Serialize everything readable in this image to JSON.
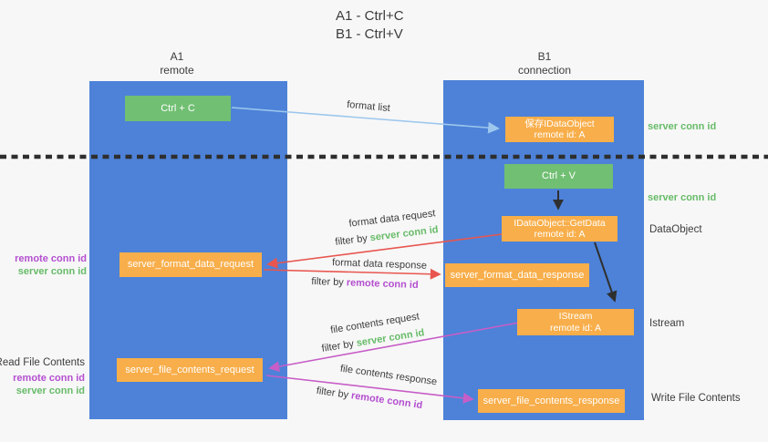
{
  "title": {
    "line1": "A1 - Ctrl+C",
    "line2": "B1 - Ctrl+V"
  },
  "columns": {
    "left": {
      "name": "A1",
      "subtitle": "remote"
    },
    "right": {
      "name": "B1",
      "subtitle": "connection"
    }
  },
  "nodes": {
    "ctrl_c": "Ctrl + C",
    "ctrl_v": "Ctrl + V",
    "save_dataobject": {
      "line1": "保存IDataObject",
      "line2": "remote id: A"
    },
    "getdata": {
      "line1": "IDataObject::GetData",
      "line2": "remote id: A"
    },
    "istream": {
      "line1": "IStream",
      "line2": "remote id: A"
    },
    "format_request": "server_format_data_request",
    "format_response": "server_format_data_response",
    "file_request": "server_file_contents_request",
    "file_response": "server_file_contents_response"
  },
  "edge_labels": {
    "format_list": "format list",
    "format_data_request": "format data request",
    "format_data_response": "format data response",
    "file_contents_request": "file contents request",
    "file_contents_response": "file contents response",
    "filter_by": "filter by",
    "server_conn_id": "server conn id",
    "remote_conn_id": "remote conn id"
  },
  "side_labels": {
    "read_file_contents": "Read File Contents",
    "write_file_contents": "Write File Contents",
    "dataobject": "DataObject",
    "istream": "Istream",
    "server_conn_id": "server conn id",
    "remote_conn_id": "remote conn id"
  },
  "colors": {
    "bg": "#f7f7f7",
    "column-blue": "#4d82d8",
    "box-orange": "#f8ae4a",
    "box-green": "#71bf73",
    "text-dark": "#3c3c3c",
    "green-text": "#67bb68",
    "purple-text": "#b44fd0",
    "arrow-blue": "#9dc7ed",
    "arrow-red": "#e8564f",
    "arrow-magenta": "#c75ec7",
    "arrow-black": "#2f2f2f",
    "dashed-line": "#2e2e2e"
  }
}
